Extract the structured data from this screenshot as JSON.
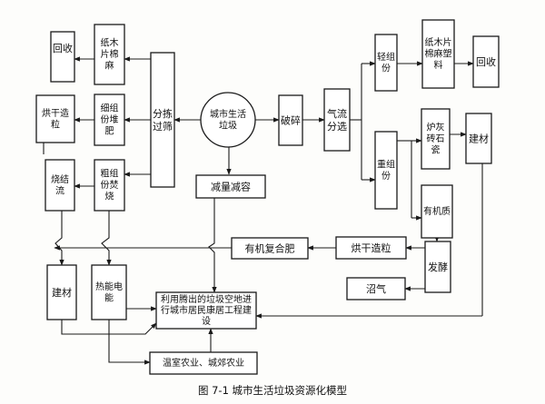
{
  "nodes": {
    "recycle_left": "回收",
    "paper_left": "纸木片棉麻",
    "sort_screen": "分拣过筛",
    "msw": "城市生活垃圾",
    "crush": "破碎",
    "air_sep": "气流分选",
    "light": "轻组份",
    "paper_right": "纸木片棉麻塑料",
    "recycle_right": "回收",
    "dry_pellet_left": "烘干造粒",
    "fine_compost": "细组份堆肥",
    "heavy": "重组份",
    "ash": "炉灰砖石瓷",
    "building_right": "建材",
    "sinter": "烧结流",
    "coarse_burn": "粗组份焚烧",
    "reduce": "减量减容",
    "organic": "有机质",
    "organic_fert": "有机复合肥",
    "dry_pellet_right": "烘干造粒",
    "ferment": "发酵",
    "biogas": "沼气",
    "building_left": "建材",
    "heat_power": "热能电能",
    "land_use": "利用腾出的垃圾空地进行城市居民康居工程建设",
    "agriculture": "温室农业、城郊农业"
  },
  "caption": "图 7-1   城市生活垃圾资源化模型"
}
